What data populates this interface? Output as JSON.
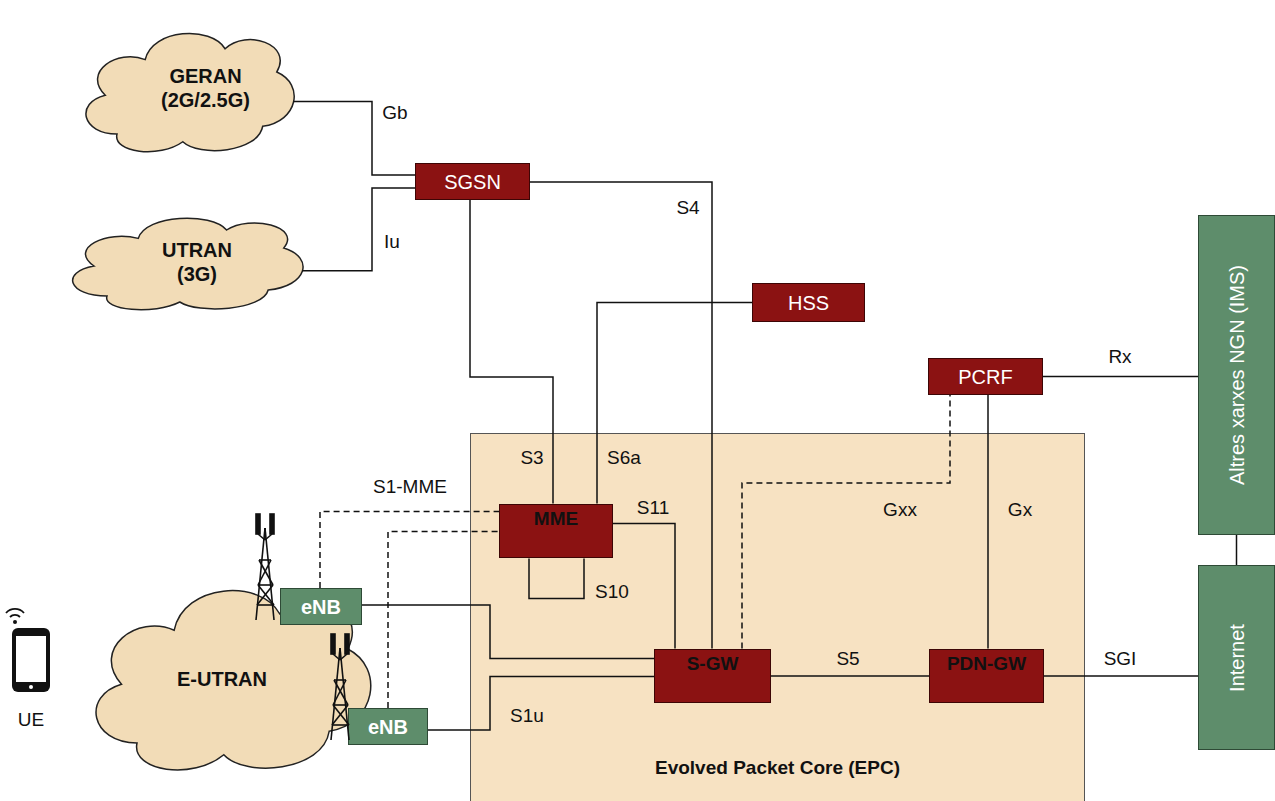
{
  "diagram": {
    "nodes": [
      {
        "text": [
          "GERAN (2G/2.5G)"
        ]
      },
      {
        "text": [
          "UTRAN (3G)"
        ]
      },
      {
        "text": [
          "SGSN"
        ]
      },
      {
        "text": [
          "HSS"
        ]
      },
      {
        "text": [
          "PCRF"
        ]
      },
      {
        "text": [
          "Altres xarxes NGN (IMS)"
        ]
      },
      {
        "text": [
          "Evolved Packet Core (EPC)"
        ]
      },
      {
        "text": [
          "MME"
        ],
        "in": 6
      },
      {
        "text": [
          "S-GW"
        ],
        "in": 6
      },
      {
        "text": [
          "PDN-GW"
        ],
        "in": 6
      },
      {
        "text": [
          "E-UTRAN"
        ]
      },
      {
        "text": [
          "eNB"
        ],
        "in": 10
      },
      {
        "text": [
          "eNB"
        ],
        "in": 10
      },
      {
        "text": [
          "Internet"
        ]
      }
    ],
    "edges": [
      {
        "from": 0,
        "to": 2,
        "arrow": "none",
        "label": "Gb"
      },
      {
        "from": 1,
        "to": 2,
        "arrow": "none",
        "label": "Iu"
      },
      {
        "from": 2,
        "to": 8,
        "arrow": "none",
        "label": "S4"
      },
      {
        "from": 2,
        "to": 7,
        "arrow": "none",
        "label": "S3"
      },
      {
        "from": 7,
        "to": 3,
        "arrow": "none",
        "label": "S6a"
      },
      {
        "from": 7,
        "to": 7,
        "arrow": "none",
        "label": "S10"
      },
      {
        "from": 7,
        "to": 8,
        "arrow": "none",
        "label": "S11"
      },
      {
        "from": 11,
        "to": 7,
        "arrow": "none",
        "label": "S1-MME"
      },
      {
        "from": 12,
        "to": 7,
        "arrow": "none"
      },
      {
        "from": 11,
        "to": 8,
        "arrow": "none"
      },
      {
        "from": 12,
        "to": 8,
        "arrow": "none",
        "label": "S1u"
      },
      {
        "from": 8,
        "to": 4,
        "arrow": "none",
        "label": "Gxx"
      },
      {
        "from": 4,
        "to": 9,
        "arrow": "none",
        "label": "Gx"
      },
      {
        "from": 4,
        "to": 5,
        "arrow": "none",
        "label": "Rx"
      },
      {
        "from": 8,
        "to": 9,
        "arrow": "none",
        "label": "S5"
      },
      {
        "from": 9,
        "to": 13,
        "arrow": "none",
        "label": "SGI"
      },
      {
        "from": 5,
        "to": 13,
        "arrow": "none"
      }
    ],
    "labels": [
      "UE"
    ]
  }
}
